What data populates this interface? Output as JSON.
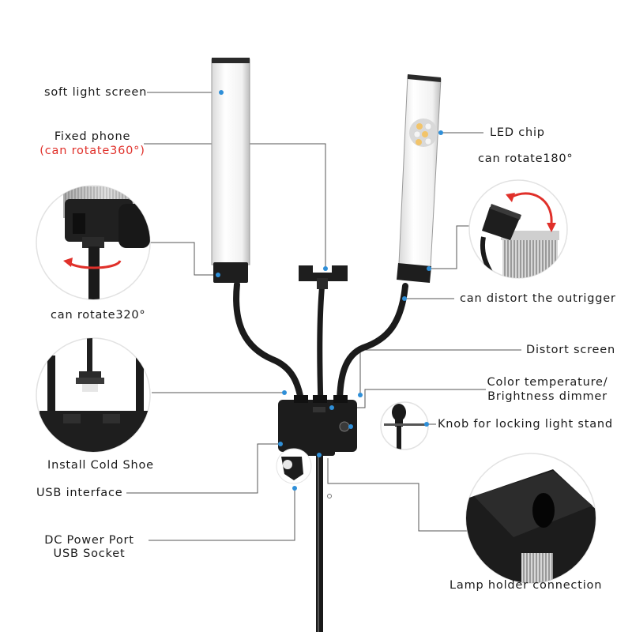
{
  "labels": {
    "soft_light_screen": "soft light screen",
    "fixed_phone": "Fixed phone",
    "fixed_phone_note": "(can rotate360°)",
    "led_chip": "LED chip",
    "can_rotate_180": "can rotate180°",
    "can_rotate_320": "can rotate320°",
    "can_distort_outrigger": "can distort the outrigger",
    "distort_screen": "Distort screen",
    "color_temp_line1": "Color temperature/",
    "color_temp_line2": "Brightness dimmer",
    "knob": "Knob for locking light stand",
    "install_cold_shoe": "Install Cold Shoe",
    "usb_interface": "USB interface",
    "dc_power_line1": "DC Power Port",
    "dc_power_line2": "USB Socket",
    "lamp_holder": "Lamp holder connection"
  },
  "colors": {
    "accent_dot": "#2f8fd8",
    "rotation_arrow": "#e0302a",
    "panel_body": "#f2f2f2",
    "hardware": "#1c1c1c"
  }
}
